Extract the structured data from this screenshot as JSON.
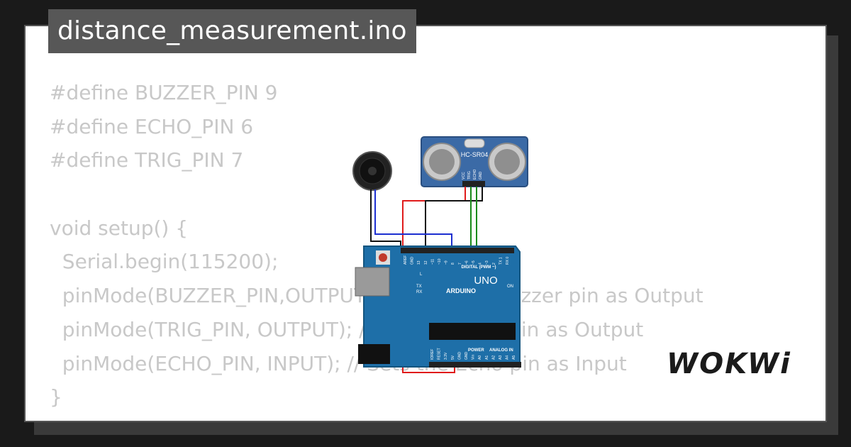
{
  "title": "distance_measurement.ino",
  "code_lines": [
    "#define BUZZER_PIN 9",
    "#define ECHO_PIN 6",
    "#define TRIG_PIN 7",
    "",
    "void setup() {",
    "  Serial.begin(115200);",
    "  pinMode(BUZZER_PIN,OUTPUT); // Sets the Buzzer pin as Output",
    "  pinMode(TRIG_PIN, OUTPUT); // Sets the Trig pin as Output",
    "  pinMode(ECHO_PIN, INPUT); // Sets the Echo pin as Input",
    "}"
  ],
  "sensor": {
    "label": "HC-SR04",
    "pins": [
      "VCC",
      "TRIG",
      "ECHO",
      "GND"
    ]
  },
  "board": {
    "brand": "ARDUINO",
    "model": "UNO",
    "digital_label": "DIGITAL (PWM ~)",
    "power_label": "POWER",
    "analog_label": "ANALOG IN",
    "on_label": "ON",
    "led_labels": [
      "L",
      "TX",
      "RX"
    ],
    "top_pins": [
      "AREF",
      "GND",
      "13",
      "12",
      "~11",
      "~10",
      "~9",
      "8",
      "7",
      "~6",
      "~5",
      "4",
      "~3",
      "2",
      "TX 1",
      "RX 0"
    ],
    "bottom_pins": [
      "IOREF",
      "RESET",
      "3.3V",
      "5V",
      "GND",
      "GND",
      "Vin",
      "A0",
      "A1",
      "A2",
      "A3",
      "A4",
      "A5"
    ]
  },
  "logo": "WOKWi",
  "colors": {
    "background": "#1a1a1a",
    "card": "#ffffff",
    "title_bg": "#575757",
    "code_text": "#c8c8c8",
    "board": "#1e6fa8",
    "sensor": "#3b6aa6",
    "wire_red": "#e01b1b",
    "wire_black": "#111111",
    "wire_green": "#1a8a1a",
    "wire_blue": "#1c2fd0"
  }
}
